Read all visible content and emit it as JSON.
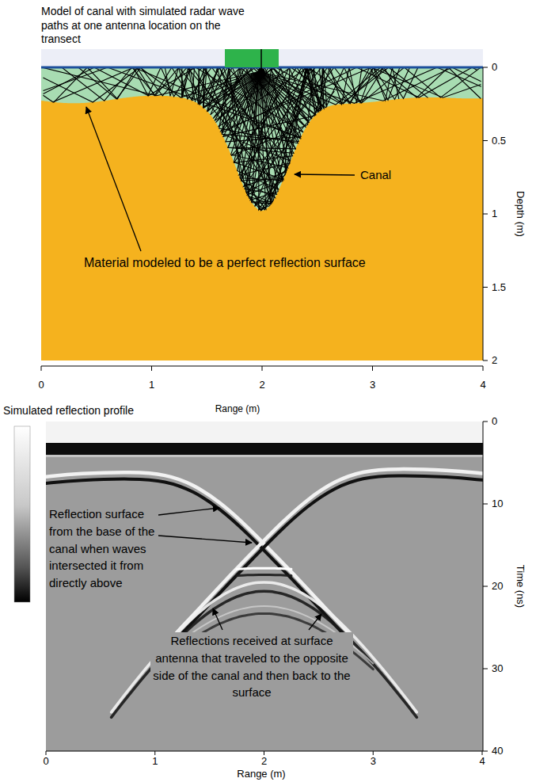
{
  "diagram": {
    "labels": [
      "Model of canal with simulated radar wave paths at one antenna location on the transect",
      "0",
      "0.5",
      "1",
      "1.5",
      "2",
      "Depth (m)",
      "Canal",
      "Material modeled to be a perfect reflection surface",
      "0",
      "1",
      "2",
      "3",
      "4",
      "Simulated reflection profile",
      "Range (m)",
      "0",
      "10",
      "20",
      "30",
      "40",
      "Time (ns)",
      "Reflection surface from the base of the canal when waves intersected it from directly above",
      "Reflections received at surface antenna that traveled to the opposite side of the canal and then back to the surface",
      "0",
      "1",
      "2",
      "3",
      "4",
      "Range (m)"
    ]
  }
}
